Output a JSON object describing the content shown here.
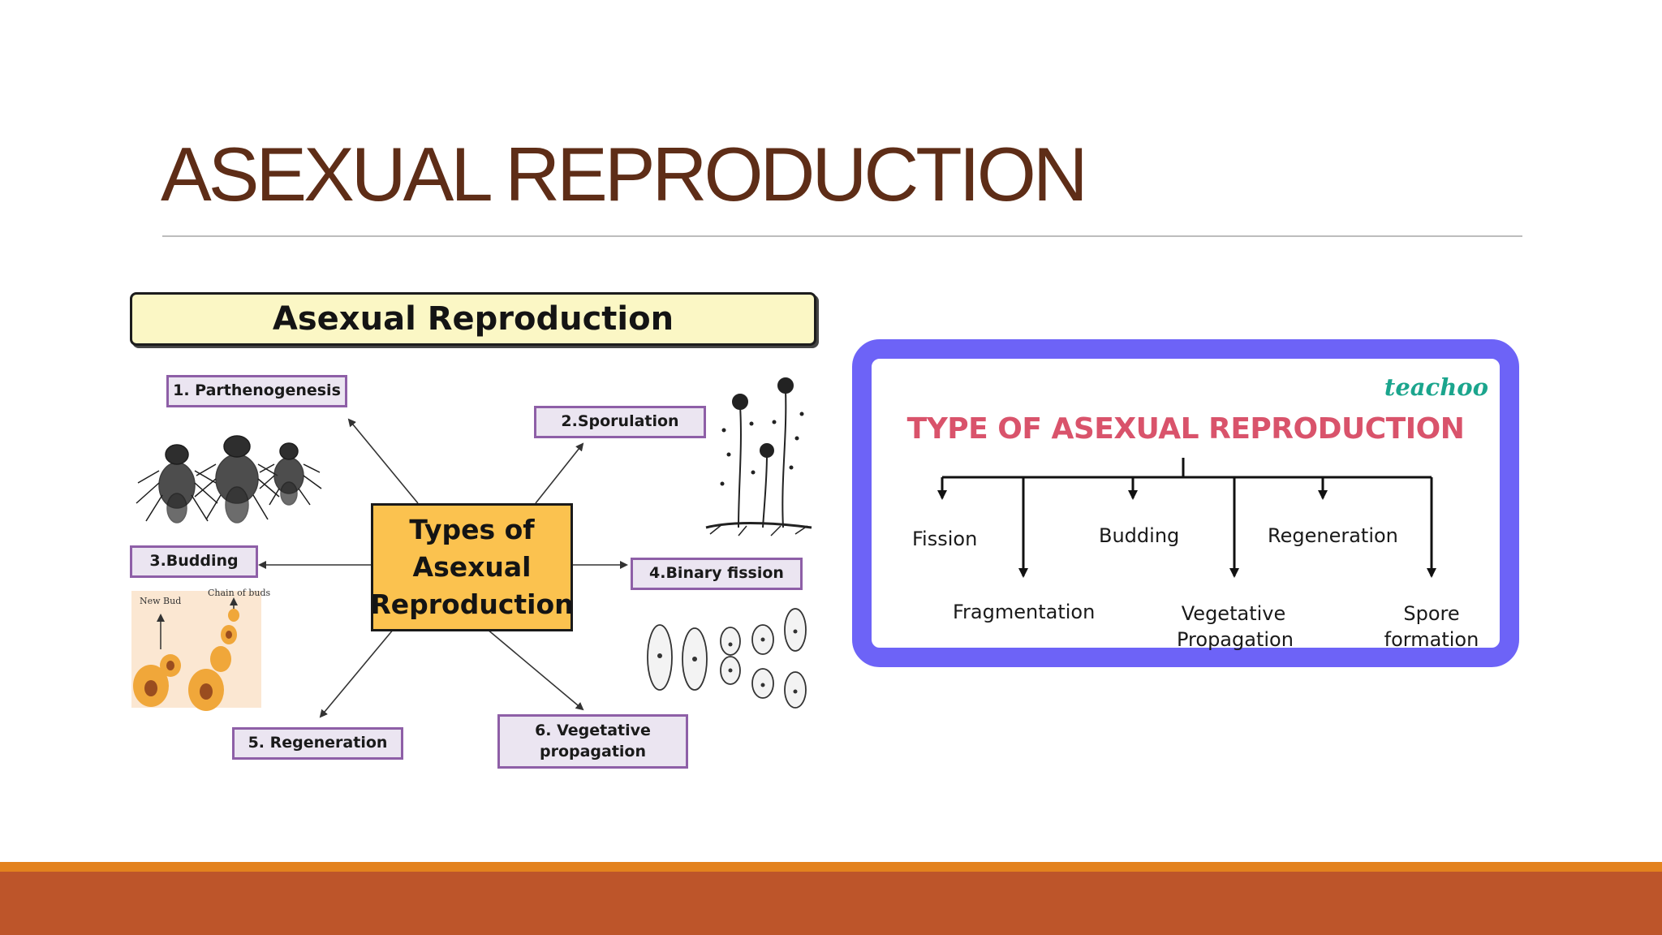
{
  "slide": {
    "title": "ASEXUAL REPRODUCTION"
  },
  "left_figure": {
    "banner": "Asexual Reproduction",
    "center": [
      "Types of",
      "Asexual",
      "Reproduction"
    ],
    "labels": {
      "parthenogenesis": "1. Parthenogenesis",
      "sporulation": "2.Sporulation",
      "budding": "3.Budding",
      "binary_fission": "4.Binary fission",
      "regeneration": "5. Regeneration",
      "vegetative": [
        "6. Vegetative",
        "propagation"
      ]
    },
    "bud_illustration": {
      "new_bud": "New Bud",
      "chain_of_buds": "Chain of buds"
    },
    "colors": {
      "banner_bg": "#fbf7c5",
      "center_bg": "#fbc24f",
      "label_border": "#8e5fa7",
      "label_bg": "#ebe5f1"
    }
  },
  "right_figure": {
    "brand": "teachoo",
    "title": "TYPE OF ASEXUAL REPRODUCTION",
    "labels": {
      "fission": "Fission",
      "fragmentation": "Fragmentation",
      "budding": "Budding",
      "vegetative": [
        "Vegetative",
        "Propagation"
      ],
      "regeneration": "Regeneration",
      "spore": [
        "Spore",
        "formation"
      ]
    },
    "colors": {
      "frame": "#6d63f7",
      "title": "#d9536b",
      "brand": "#1ba58d"
    }
  },
  "theme": {
    "title_color": "#5e2d17",
    "bar_thin": "#e3821e",
    "bar_thick": "#bd552a"
  }
}
